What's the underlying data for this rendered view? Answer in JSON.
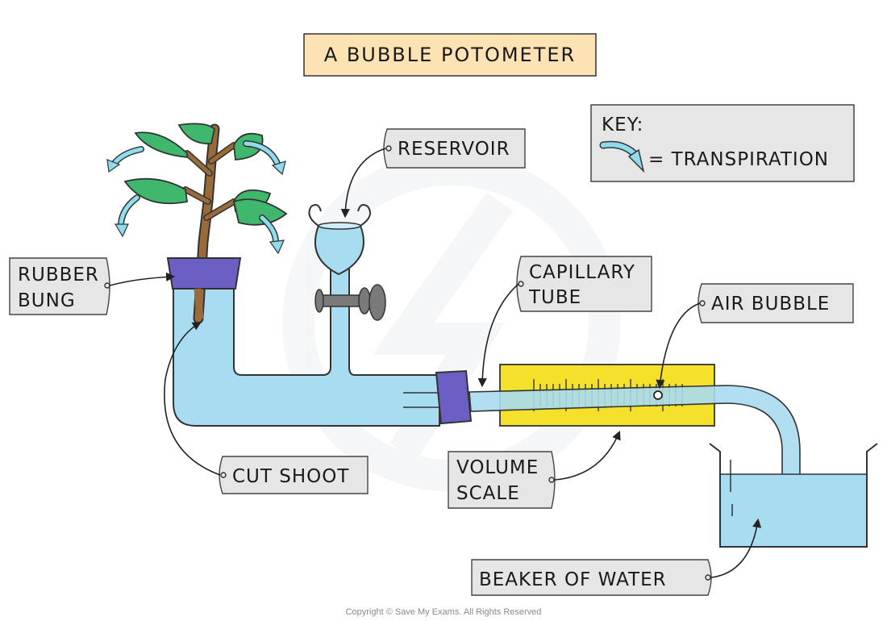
{
  "title": "A BUBBLE POTOMETER",
  "key": {
    "heading": "KEY:",
    "entry": "= TRANSPIRATION",
    "entry_icon": "curved-arrow-icon"
  },
  "labels": {
    "reservoir": "RESERVOIR",
    "rubber_bung_line1": "RUBBER",
    "rubber_bung_line2": "BUNG",
    "capillary_line1": "CAPILLARY",
    "capillary_line2": "TUBE",
    "air_bubble": "AIR BUBBLE",
    "cut_shoot": "CUT SHOOT",
    "volume_line1": "VOLUME",
    "volume_line2": "SCALE",
    "beaker": "BEAKER OF WATER"
  },
  "copyright": "Copyright © Save My Exams. All Rights Reserved",
  "colors": {
    "water": "#a8dcf0",
    "bung": "#6b5fc4",
    "scale": "#f5e12a",
    "leaf": "#3fb86d",
    "stem": "#9a6a3a",
    "label_bg": "#e6e6e6",
    "title_bg": "#fde2b4",
    "arrow": "#8fdcee"
  }
}
